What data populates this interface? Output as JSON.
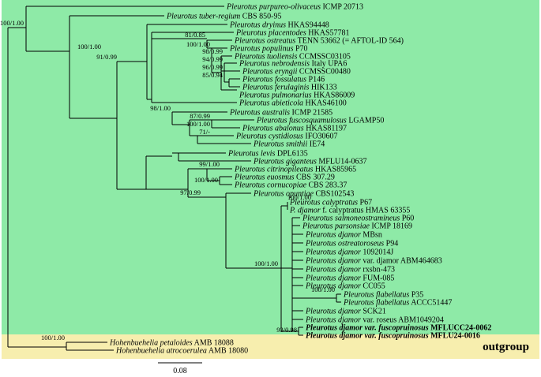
{
  "colors": {
    "ingroup_bg": "#8eeaa7",
    "outgroup_bg": "#f7eeae",
    "branch": "#000000"
  },
  "tree": {
    "taxa": [
      {
        "sp": "Pleurotus purpureo-olivaceus",
        "rest": "ICMP 20713"
      },
      {
        "sp": "Pleurotus tuber-regium",
        "rest": "CBS 850-95"
      },
      {
        "sp": "Pleurotus dryinus",
        "rest": "HKAS94448"
      },
      {
        "sp": "Pleurotus placentodes",
        "rest": "HKAS57781"
      },
      {
        "sp": "Pleurotus ostreatus",
        "rest": "TENN 53662 (= AFTOL-ID 564)"
      },
      {
        "sp": "Pleurotus populinus",
        "rest": "P70"
      },
      {
        "sp": "Pleurotus tuoliensis",
        "rest": "CCMSSC03105"
      },
      {
        "sp": "Pleurotus nebrodensis",
        "rest": "Italy UPA6"
      },
      {
        "sp": "Pleurotus eryngii",
        "rest": "CCMSSC00480"
      },
      {
        "sp": "Pleurotus fossulatus",
        "rest": "P146"
      },
      {
        "sp": "Pleurotus ferulaginis",
        "rest": "HIK133"
      },
      {
        "sp": "Pleurotus pulmonarius",
        "rest": "HKAS86009"
      },
      {
        "sp": "Pleurotus abieticola",
        "rest": "HKAS46100"
      },
      {
        "sp": "Pleurotus australis",
        "rest": "ICMP 21585"
      },
      {
        "sp": "Pleurotus fuscosquamulosus",
        "rest": "LGAMP50"
      },
      {
        "sp": "Pleurotus abalonus",
        "rest": "HKAS81197"
      },
      {
        "sp": "Pleurotus cystidiosus",
        "rest": "IFO30607"
      },
      {
        "sp": "Pleurotus smithii",
        "rest": "IE74"
      },
      {
        "sp": "Pleurotus levis",
        "rest": "DPL6135"
      },
      {
        "sp": "Pleurotus giganteus",
        "rest": "MFLU14-0637"
      },
      {
        "sp": "Pleurotus citrinopileatus",
        "rest": "HKAS85965"
      },
      {
        "sp": "Pleurotus euosmus",
        "rest": "CBS 307.29"
      },
      {
        "sp": "Pleurotus cornucopiae",
        "rest": "CBS 283.37"
      },
      {
        "sp": "Pleurotus opuntiae",
        "rest": "CBS102543"
      },
      {
        "sp": "Pleurotus calyptratus",
        "rest": "P67"
      },
      {
        "sp": "P. djamor",
        "rest": "f. calyptratus HMAS 63355"
      },
      {
        "sp": "Pleurotus salmoneostramineus",
        "rest": "P60"
      },
      {
        "sp": "Pleurotus parsonsiae",
        "rest": "ICMP 18169"
      },
      {
        "sp": "Pleurotus djamor",
        "rest": "MBsn"
      },
      {
        "sp": "Pleurotus ostreatoroseus",
        "rest": "P94"
      },
      {
        "sp": "Pleurotus djamor",
        "rest": "1092014J"
      },
      {
        "sp": "Pleurotus djamor",
        "rest": "var. djamor ABM464683"
      },
      {
        "sp": "Pleurotus djamor",
        "rest": "rxsbn-473"
      },
      {
        "sp": "Pleurotus djamor",
        "rest": "FUM-085"
      },
      {
        "sp": "Pleurotus djamor",
        "rest": "CC055"
      },
      {
        "sp": "Pleurotus flabellatus",
        "rest": "P35"
      },
      {
        "sp": "Pleurotus flabellatus",
        "rest": "ACCC51447"
      },
      {
        "sp": "Pleurotus djamor",
        "rest": "SCK21"
      },
      {
        "sp": "Pleurotus djamor",
        "rest": "var. roseus ABM1049204"
      },
      {
        "sp": "Pleurotus djamor var. fuscopruinosus",
        "rest": "MFLUCC24-0062",
        "bold": true
      },
      {
        "sp": "Pleurotus djamor var. fuscopruinosus",
        "rest": "MFLU24-0016",
        "bold": true
      },
      {
        "sp": "Hohenbuehelia petaloides",
        "rest": "AMB 18088"
      },
      {
        "sp": "Hohenbuehelia atrocoerulea",
        "rest": "AMB 18080"
      }
    ],
    "supports": [
      "100/1.00",
      "100/1.00",
      "91/0.99",
      "81/0.85",
      "100/1.00",
      "98/0.99",
      "94/0.99",
      "96/0.99",
      "85/0.94",
      "98/1.00",
      "87/0.99",
      "100/1.00",
      "71/-",
      "99/1.00",
      "100/1.00",
      "97/0.99",
      "100/1.00",
      "100/1.00",
      "100/1.00",
      "93/0.98",
      "100/1.00"
    ],
    "outgroup_label": "outgroup",
    "scale_label": "0.08"
  }
}
